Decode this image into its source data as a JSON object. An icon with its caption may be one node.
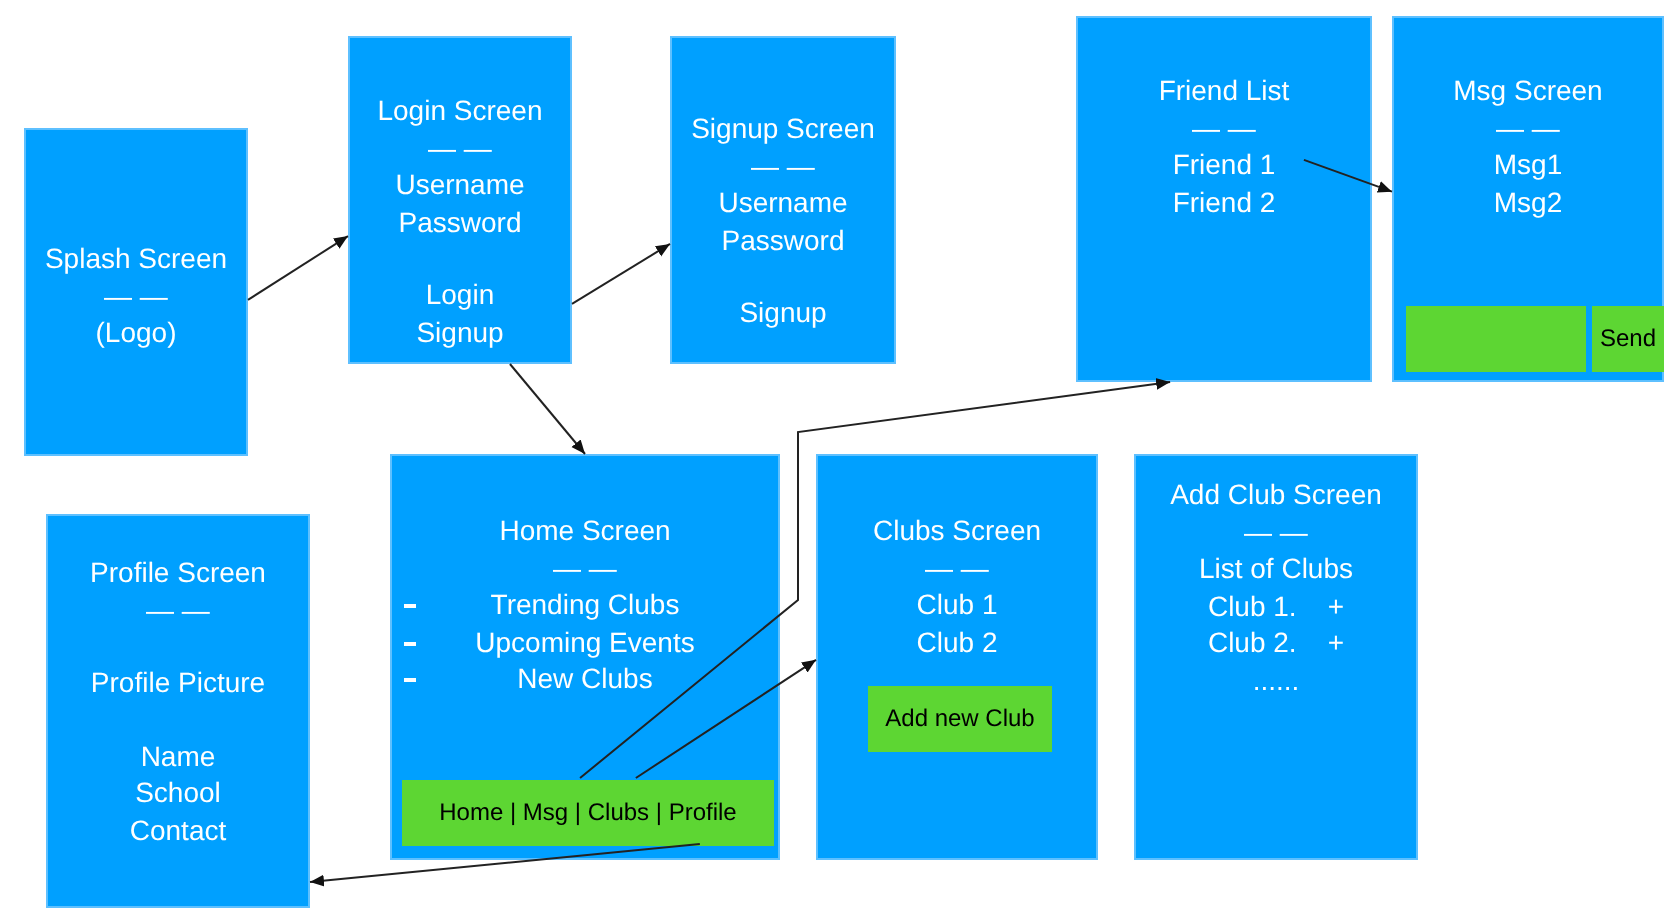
{
  "diagram": {
    "nodes": [
      {
        "text": [
          "Splash Screen",
          "— —",
          "(Logo)"
        ]
      },
      {
        "text": [
          "Login Screen",
          "— —",
          "Username",
          "Password",
          "Login",
          "Signup"
        ]
      },
      {
        "text": [
          "Signup Screen",
          "— —",
          "Username",
          "Password",
          "Signup"
        ]
      },
      {
        "text": [
          "Friend List",
          "— —",
          "Friend 1",
          "Friend 2"
        ]
      },
      {
        "text": [
          "Msg Screen",
          "— —",
          "Msg1",
          "Msg2"
        ]
      },
      {
        "text": [],
        "shape": "box",
        "in": 4
      },
      {
        "text": [
          "Send"
        ],
        "in": 4
      },
      {
        "text": [
          "Profile Screen",
          "— —",
          "Profile Picture",
          "Name",
          "School",
          "Contact"
        ]
      },
      {
        "text": [
          "Home Screen",
          "— —",
          "Trending Clubs",
          "Upcoming Events",
          "New Clubs"
        ]
      },
      {
        "text": [
          "Home | Msg | Clubs | Profile"
        ],
        "in": 8
      },
      {
        "text": [
          "Clubs Screen",
          "— —",
          "Club 1",
          "Club 2"
        ]
      },
      {
        "text": [
          "Add new Club"
        ],
        "in": 10
      },
      {
        "text": [
          "Add Club Screen",
          "— —",
          "List of Clubs",
          "Club 1.    +",
          "Club 2.    +",
          "......"
        ]
      }
    ],
    "edges": [
      {
        "from": 0,
        "to": 1,
        "arrow": "to"
      },
      {
        "from": 1,
        "to": 2,
        "arrow": "to"
      },
      {
        "from": 1,
        "to": 8,
        "arrow": "to"
      },
      {
        "from": 3,
        "to": 4,
        "arrow": "to"
      },
      {
        "from": 9,
        "to": 3,
        "arrow": "to"
      },
      {
        "from": 9,
        "to": 10,
        "arrow": "to"
      },
      {
        "from": 9,
        "to": 7,
        "arrow": "to"
      }
    ]
  }
}
